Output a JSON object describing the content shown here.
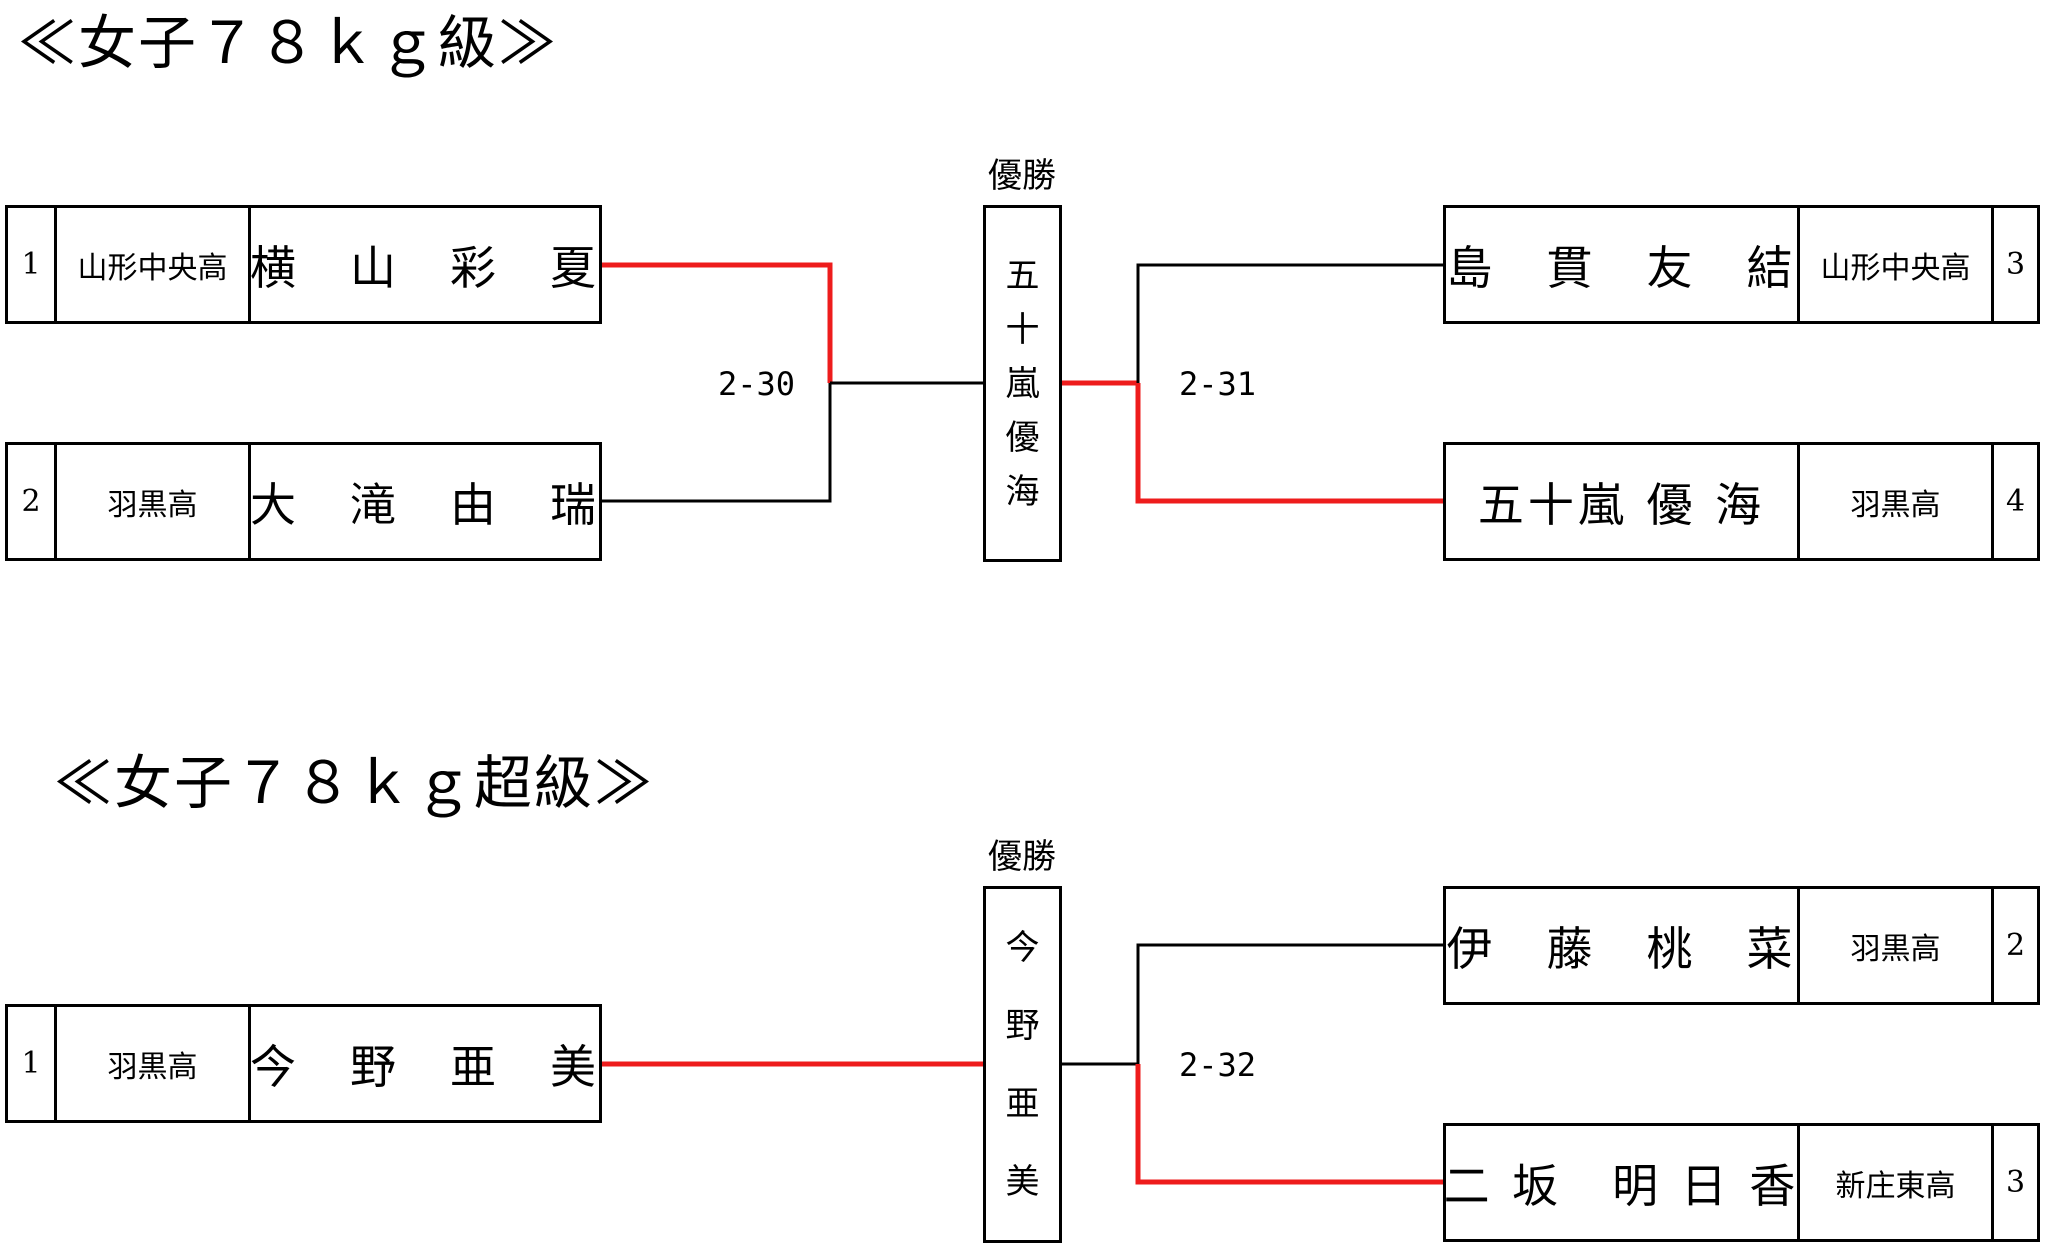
{
  "brackets": [
    {
      "title": "≪女子７８ｋｇ級≫",
      "champion_label": "優勝",
      "champion_name": [
        "五",
        "十",
        "嵐",
        "優",
        "海"
      ],
      "entries": [
        {
          "seed": "1",
          "school": "山形中央高",
          "name": "横　山　彩　夏"
        },
        {
          "seed": "2",
          "school": "羽黒高",
          "name": "大　滝　由　瑞"
        },
        {
          "seed": "3",
          "school": "山形中央高",
          "name": "島　貫　友　結"
        },
        {
          "seed": "4",
          "school": "羽黒高",
          "name": "五十嵐 優 海"
        }
      ],
      "scores": [
        "2-30",
        "2-31"
      ]
    },
    {
      "title": "≪女子７８ｋｇ超級≫",
      "champion_label": "優勝",
      "champion_name": [
        "今",
        "野",
        "亜",
        "美"
      ],
      "entries": [
        {
          "seed": "1",
          "school": "羽黒高",
          "name": "今　野　亜　美"
        },
        {
          "seed": "2",
          "school": "羽黒高",
          "name": "伊　藤　桃　菜"
        },
        {
          "seed": "3",
          "school": "新庄東高",
          "name": "二 坂　明 日 香"
        }
      ],
      "scores": [
        "2-32"
      ]
    }
  ],
  "colors": {
    "winner_line": "#ee1c1c",
    "line": "#000000"
  }
}
